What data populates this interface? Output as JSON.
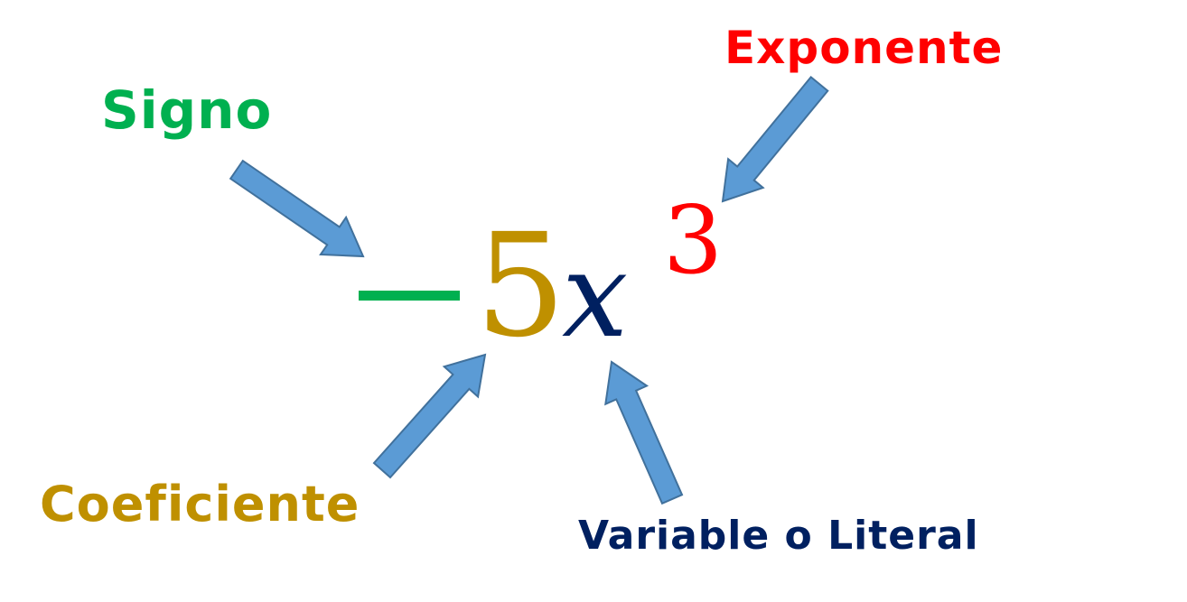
{
  "labels": {
    "signo": "Signo",
    "exponente": "Exponente",
    "coeficiente": "Coeficiente",
    "variable": "Variable o Literal"
  },
  "term": {
    "sign": "−",
    "coefficient": "5",
    "variable": "x",
    "exponent": "3"
  },
  "colors": {
    "signo": "#00b050",
    "exponente": "#ff0000",
    "coeficiente": "#bf9000",
    "variable": "#002060",
    "arrow_fill": "#5b9bd5",
    "arrow_stroke": "#41719c"
  }
}
